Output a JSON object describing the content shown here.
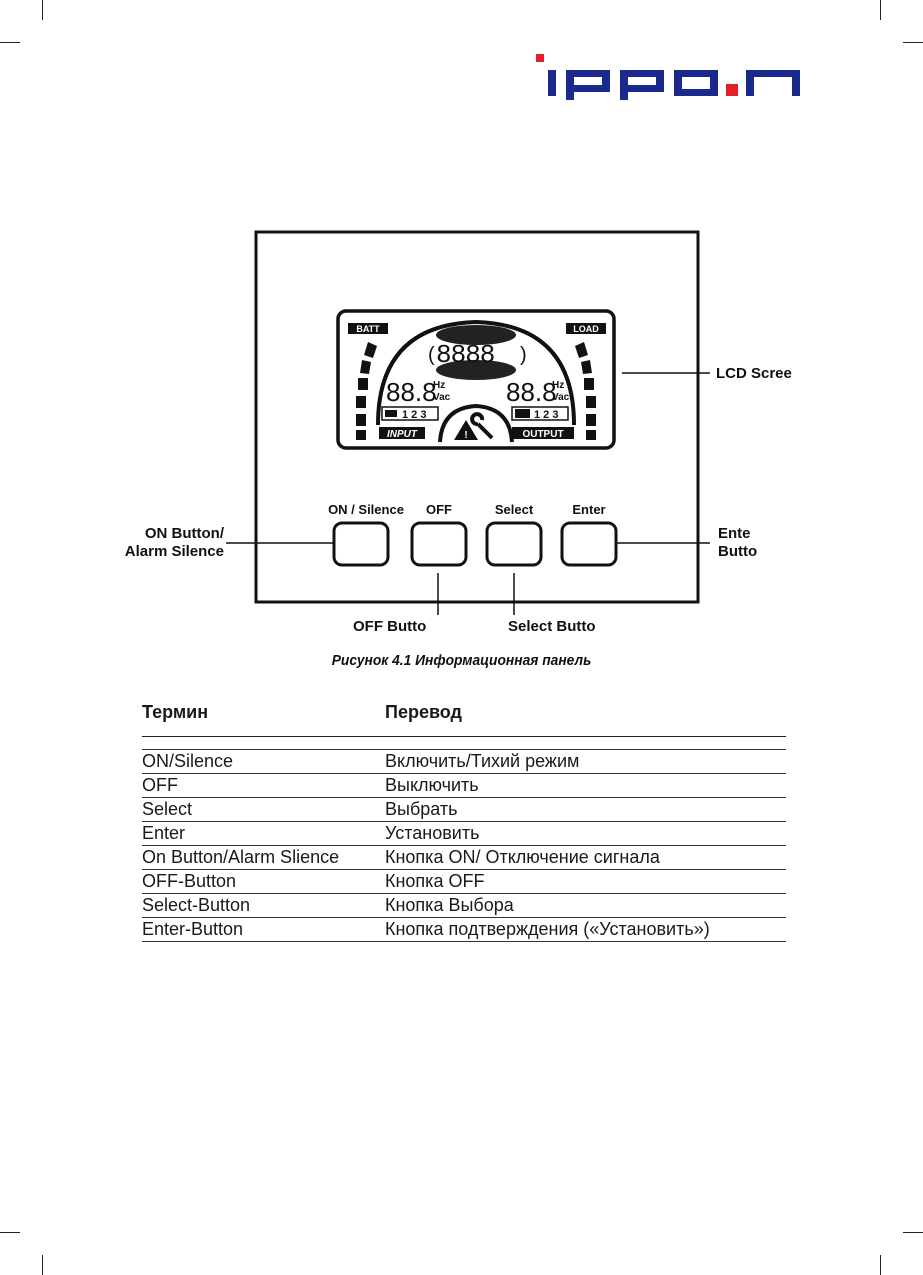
{
  "brand": {
    "name": "IPPON",
    "accent_color": "#e3202a",
    "text_color": "#1a2a8c"
  },
  "lcd": {
    "batt_label": "BATT",
    "load_label": "LOAD",
    "input_label": "INPUT",
    "output_label": "OUTPUT",
    "input_reading": "88.8",
    "output_reading": "88.8",
    "unit_hz": "Hz",
    "unit_vac": "Vac",
    "phase_digits": "1 2 3",
    "center_segments": "8888"
  },
  "buttons": [
    {
      "label": "ON / Silence"
    },
    {
      "label": "OFF"
    },
    {
      "label": "Select"
    },
    {
      "label": "Enter"
    }
  ],
  "callouts": {
    "lcd_screen": "LCD Scree",
    "on_button": "ON Button/\nAlarm Silence",
    "enter_button": "Ente\nButto",
    "off_button": "OFF Butto",
    "select_button": "Select Butto"
  },
  "caption": "Рисунок 4.1 Информационная панель",
  "terms_table": {
    "headers": [
      "Термин",
      "Перевод"
    ],
    "rows": [
      [
        "ON/Silence",
        "Включить/Тихий режим"
      ],
      [
        "OFF",
        "Выключить"
      ],
      [
        "Select",
        "Выбрать"
      ],
      [
        "Enter",
        "Установить"
      ],
      [
        "On Button/Alarm Slience",
        "Кнопка ON/ Отключение сигнала"
      ],
      [
        "OFF-Button",
        "Кнопка OFF"
      ],
      [
        "Select-Button",
        "Кнопка Выбора"
      ],
      [
        "Enter-Button",
        "Кнопка подтверждения («Установить»)"
      ]
    ]
  }
}
